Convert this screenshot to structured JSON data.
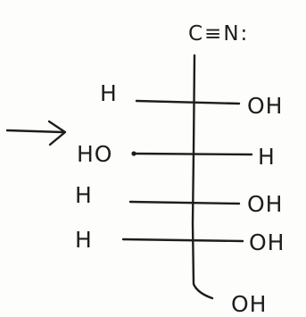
{
  "diagram": {
    "top_group": "C≡N:",
    "rows": [
      {
        "left": "H",
        "right": "OH"
      },
      {
        "left": "HO",
        "right": "H"
      },
      {
        "left": "H",
        "right": "OH"
      },
      {
        "left": "H",
        "right": "OH"
      }
    ],
    "bottom_group": "OH",
    "arrow_target_row": 2,
    "ink_color": "#1d1d1d"
  }
}
